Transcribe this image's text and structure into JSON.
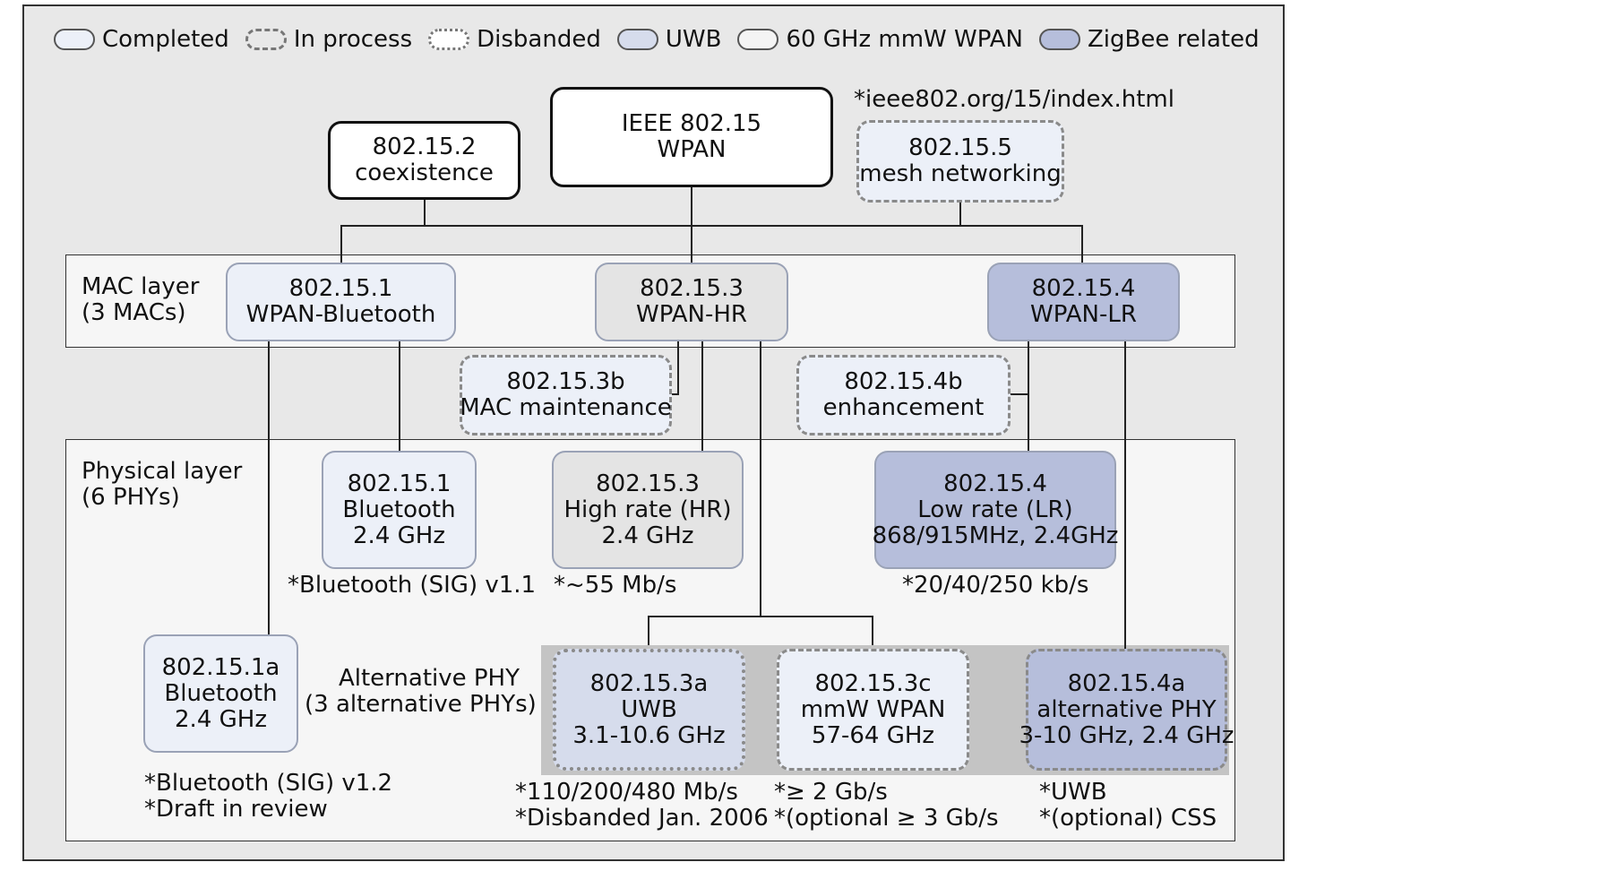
{
  "legend": [
    {
      "label": "Completed",
      "style": "solid",
      "fill": "#ecf0f8"
    },
    {
      "label": "In process",
      "style": "dashdot",
      "fill": "#ecf0f8"
    },
    {
      "label": "Disbanded",
      "style": "dotted",
      "fill": "#ffffff"
    },
    {
      "label": "UWB",
      "style": "solid",
      "fill": "#d6dcec"
    },
    {
      "label": "60 GHz mmW WPAN",
      "style": "solid",
      "fill": "#f4f4f4"
    },
    {
      "label": "ZigBee related",
      "style": "solid",
      "fill": "#b6bedb"
    }
  ],
  "top": {
    "ieee": [
      "IEEE 802.15",
      "WPAN"
    ],
    "coex": [
      "802.15.2",
      "coexistence"
    ],
    "mesh": [
      "802.15.5",
      "mesh networking"
    ],
    "url": "*ieee802.org/15/index.html"
  },
  "mac": {
    "label": [
      "MAC layer",
      "(3 MACs)"
    ],
    "bt": [
      "802.15.1",
      "WPAN-Bluetooth"
    ],
    "hr": [
      "802.15.3",
      "WPAN-HR"
    ],
    "lr": [
      "802.15.4",
      "WPAN-LR"
    ],
    "hr_b": [
      "802.15.3b",
      "MAC maintenance"
    ],
    "lr_b": [
      "802.15.4b",
      "enhancement"
    ]
  },
  "phy": {
    "label": [
      "Physical layer",
      "(6 PHYs)"
    ],
    "bt": [
      "802.15.1",
      "Bluetooth",
      "2.4 GHz"
    ],
    "hr": [
      "802.15.3",
      "High rate (HR)",
      "2.4 GHz"
    ],
    "lr": [
      "802.15.4",
      "Low rate (LR)",
      "868/915MHz, 2.4GHz"
    ],
    "bt_note": "*Bluetooth (SIG) v1.1",
    "hr_note": "*~55 Mb/s",
    "lr_note": "*20/40/250 kb/s",
    "alt_label": [
      "Alternative PHY",
      "(3 alternative PHYs)"
    ],
    "bt_a": [
      "802.15.1a",
      "Bluetooth",
      "2.4 GHz"
    ],
    "bt_a_note": [
      "*Bluetooth (SIG) v1.2",
      "*Draft in review"
    ],
    "uwb": [
      "802.15.3a",
      "UWB",
      "3.1-10.6 GHz"
    ],
    "uwb_note": [
      "*110/200/480 Mb/s",
      "*Disbanded Jan. 2006"
    ],
    "mmw": [
      "802.15.3c",
      "mmW WPAN",
      "57-64 GHz"
    ],
    "mmw_note": [
      "*≥ 2 Gb/s",
      "*(optional ≥ 3 Gb/s"
    ],
    "lr_a": [
      "802.15.4a",
      "alternative PHY",
      "3-10 GHz, 2.4 GHz"
    ],
    "lr_a_note": [
      "*UWB",
      "*(optional) CSS"
    ]
  }
}
